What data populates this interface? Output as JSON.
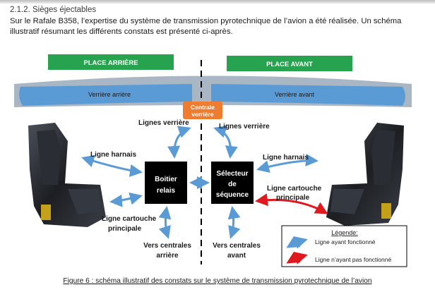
{
  "section": {
    "number": "2.1.2.",
    "title": "Sièges éjectables"
  },
  "intro": "Sur le Rafale B358, l’expertise du système de transmission pyrotechnique de l’avion a été réalisée. Un schéma illustratif résumant les différents constats est présenté ci-après.",
  "diagram": {
    "place_arriere": "PLACE ARRIÈRE",
    "place_avant": "PLACE AVANT",
    "verriere_arriere": "Verrière arrière",
    "verriere_avant": "Verrière avant",
    "centrale_verriere": [
      "Centrale",
      "verrière"
    ],
    "lignes_verriere_left": "Lignes verrière",
    "lignes_verriere_right": "Lignes verrière",
    "ligne_harnais_left": "Ligne harnais",
    "ligne_harnais_right": "Ligne harnais",
    "boitier_relais": [
      "Boitier",
      "relais"
    ],
    "selecteur_sequence": [
      "Sélecteur",
      "de",
      "séquence"
    ],
    "ligne_cartouche_left": [
      "Ligne cartouche",
      "principale"
    ],
    "ligne_cartouche_right": [
      "Ligne cartouche",
      "principale"
    ],
    "vers_centrales_arriere": [
      "Vers centrales",
      "arrière"
    ],
    "vers_centrales_avant": [
      "Vers centrales",
      "avant"
    ],
    "legend": {
      "title": "Légende:",
      "ok": "Ligne ayant fonctionné",
      "ko": "Ligne n’ayant pas fonctionné"
    },
    "colors": {
      "green": "#27a350",
      "canopy": "#5b9bd5",
      "frame": "#a9b6c4",
      "orange": "#ee7d31",
      "arrow_blue": "#5b9bd5",
      "arrow_red": "#e0191f"
    }
  },
  "caption": "Figure 6 : schéma illustratif des constats sur le système de transmission pyrotechnique de l’avion"
}
